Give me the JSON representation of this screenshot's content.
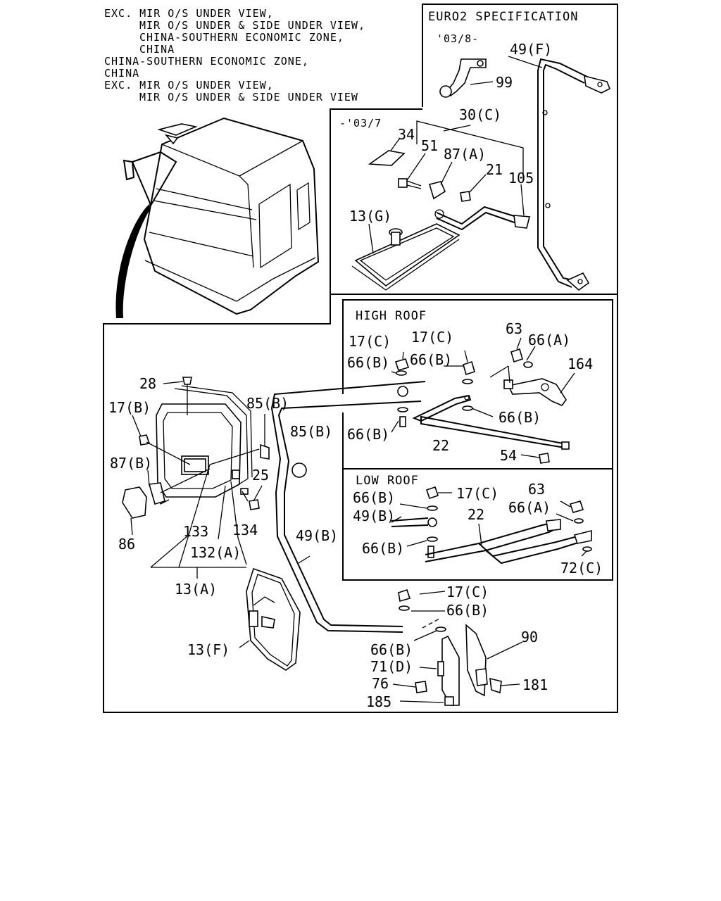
{
  "notes": [
    "EXC. MIR O/S UNDER VIEW,",
    "MIR O/S UNDER & SIDE UNDER VIEW,",
    "CHINA-SOUTHERN ECONOMIC ZONE,",
    "CHINA",
    "CHINA-SOUTHERN ECONOMIC ZONE,",
    "CHINA",
    "EXC. MIR O/S UNDER VIEW,",
    "MIR O/S UNDER & SIDE UNDER VIEW"
  ],
  "panels": {
    "euro2": {
      "title": "EURO2 SPECIFICATION",
      "date_from": "'03/8-",
      "date_to": "-'03/7"
    },
    "high_roof": {
      "title": "HIGH ROOF"
    },
    "low_roof": {
      "title": "LOW ROOF"
    }
  },
  "callouts": [
    "49(F)",
    "99",
    "30(C)",
    "34",
    "51",
    "87(A)",
    "21",
    "105",
    "13(G)",
    "17(C)",
    "17(C)",
    "63",
    "66(A)",
    "66(B)",
    "66(B)",
    "164",
    "66(B)",
    "66(B)",
    "22",
    "54",
    "17(C)",
    "66(B)",
    "63",
    "49(B)",
    "22",
    "66(A)",
    "66(B)",
    "72(C)",
    "28",
    "17(B)",
    "85(B)",
    "85(B)",
    "87(B)",
    "25",
    "86",
    "133",
    "134",
    "132(A)",
    "13(A)",
    "49(B)",
    "13(F)",
    "17(C)",
    "66(B)",
    "90",
    "66(B)",
    "71(D)",
    "76",
    "181",
    "185"
  ]
}
